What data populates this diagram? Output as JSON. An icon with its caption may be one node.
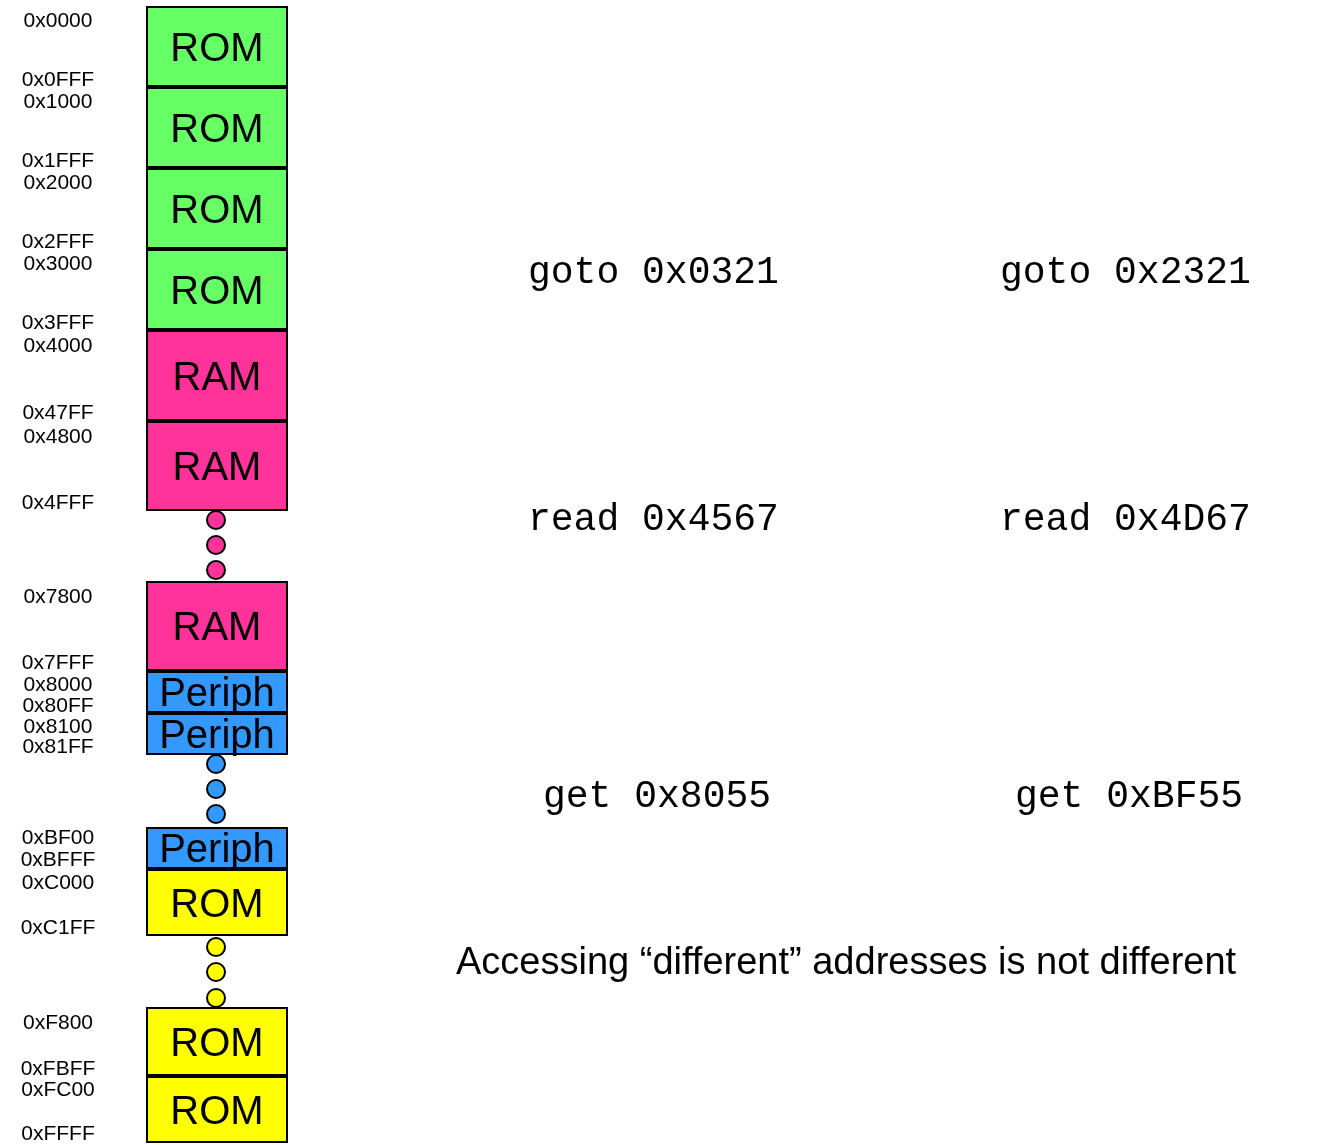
{
  "diagram": {
    "nodes": [
      {
        "text": [
          "ROM"
        ]
      },
      {
        "text": [
          "ROM"
        ]
      },
      {
        "text": [
          "ROM"
        ]
      },
      {
        "text": [
          "ROM"
        ]
      },
      {
        "text": [
          "RAM"
        ]
      },
      {
        "text": [
          "RAM"
        ]
      },
      {
        "text": [
          "RAM"
        ]
      },
      {
        "text": [
          "Periph"
        ]
      },
      {
        "text": [
          "Periph"
        ]
      },
      {
        "text": [
          "Periph"
        ]
      },
      {
        "text": [
          "ROM"
        ]
      },
      {
        "text": [
          "ROM"
        ]
      },
      {
        "text": [
          "ROM"
        ]
      }
    ],
    "edges": [],
    "labels": [
      "0x0000",
      "0x0FFF",
      "0x1000",
      "0x1FFF",
      "0x2000",
      "0x2FFF",
      "0x3000",
      "0x3FFF",
      "0x4000",
      "0x47FF",
      "0x4800",
      "0x4FFF",
      "0x7800",
      "0x7FFF",
      "0x8000",
      "0x80FF",
      "0x8100",
      "0x81FF",
      "0xBF00",
      "0xBFFF",
      "0xC000",
      "0xC1FF",
      "0xF800",
      "0xFBFF",
      "0xFC00",
      "0xFFFF",
      "goto 0x0321",
      "goto 0x2321",
      "read 0x4567",
      "read 0x4D67",
      "get 0x8055",
      "get 0xBF55",
      "Accessing “different” addresses is not different"
    ]
  }
}
